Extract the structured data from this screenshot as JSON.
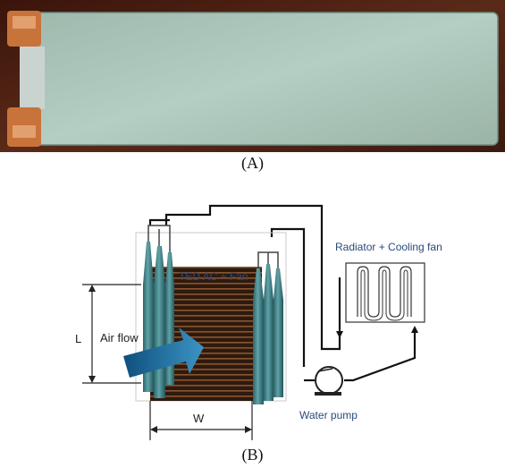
{
  "panel_a": {
    "caption": "(A)"
  },
  "panel_b": {
    "caption": "(B)",
    "labels": {
      "ted": "TED AC + Fan",
      "radiator": "Radiator + Cooling fan",
      "air_flow": "Air flow",
      "water_pump": "Water pump",
      "length": "L",
      "width": "W"
    }
  },
  "colors": {
    "background": "#ffffff",
    "photo_bg": "#4a1e12",
    "plate": "#a9c3b6",
    "copper": "#c8733a",
    "fin_dark": "#2e1a0e",
    "tube": "#3d8086",
    "arrow": "#1c6a9e",
    "label_blue": "#2a4a7a"
  }
}
